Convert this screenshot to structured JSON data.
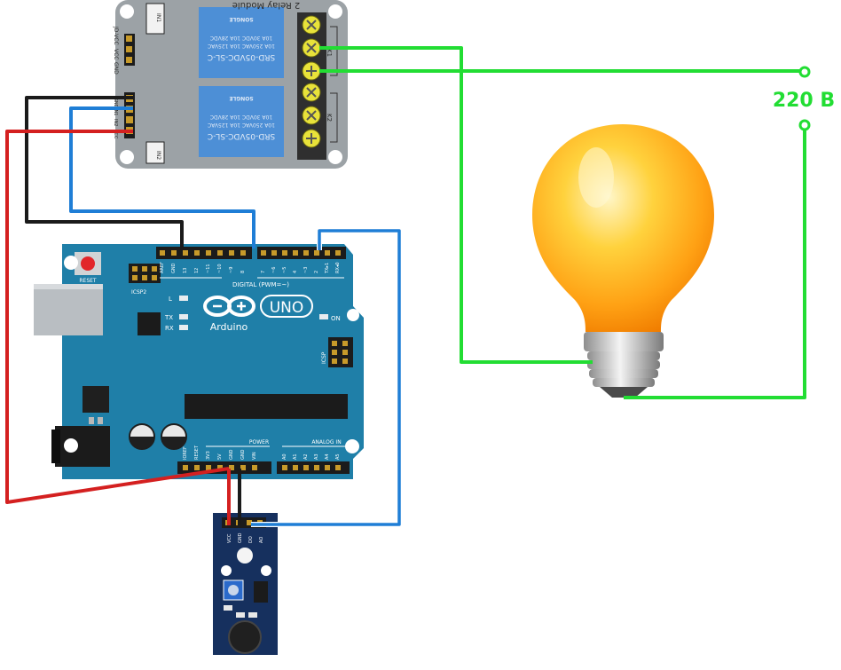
{
  "relay_module": {
    "title": "2 Relay Module",
    "relay_model": "SRD-05VDC-SL-C",
    "rating_lines": [
      "10A 250VAC  10A 125VAC",
      "10A 30VDC  10A 28VDC"
    ],
    "brand": "SONGLE",
    "channel_labels": [
      "K1",
      "K2"
    ],
    "input_pins": [
      "GND",
      "IN1",
      "IN2",
      "VCC"
    ],
    "power_pins": [
      "JD-VCC",
      "VCC",
      "GND"
    ],
    "led_labels": [
      "IN1",
      "IN2"
    ]
  },
  "arduino": {
    "logo_text": "UNO",
    "brand": "Arduino",
    "reset_label": "RESET",
    "icsp2_label": "ICSP2",
    "icsp_label": "ICSP",
    "on_label": "ON",
    "led_labels": [
      "L",
      "TX",
      "RX"
    ],
    "digital_label": "DIGITAL (PWM=~)",
    "digital_pins": [
      "AREF",
      "GND",
      "13",
      "12",
      "~11",
      "~10",
      "~9",
      "8",
      "7",
      "~6",
      "~5",
      "4",
      "~3",
      "2",
      "TX▸1",
      "RX◂0"
    ],
    "power_label": "POWER",
    "power_pins": [
      "IOREF",
      "RESET",
      "3V3",
      "5V",
      "GND",
      "GND",
      "VIN"
    ],
    "analog_label": "ANALOG IN",
    "analog_pins": [
      "A0",
      "A1",
      "A2",
      "A3",
      "A4",
      "A5"
    ]
  },
  "sensor": {
    "pins": [
      "VCC",
      "GND",
      "DO",
      "AO"
    ]
  },
  "mains": {
    "label": "220 B"
  },
  "colors": {
    "wire_red": "#d42020",
    "wire_black": "#1a1a1a",
    "wire_blue": "#1f7ed6",
    "wire_green": "#22dd33",
    "board_blue": "#1f7fa8",
    "relay_gray": "#9aa0a4",
    "relay_blue": "#4a90d9",
    "bulb_yellow": "#ffb21e"
  }
}
